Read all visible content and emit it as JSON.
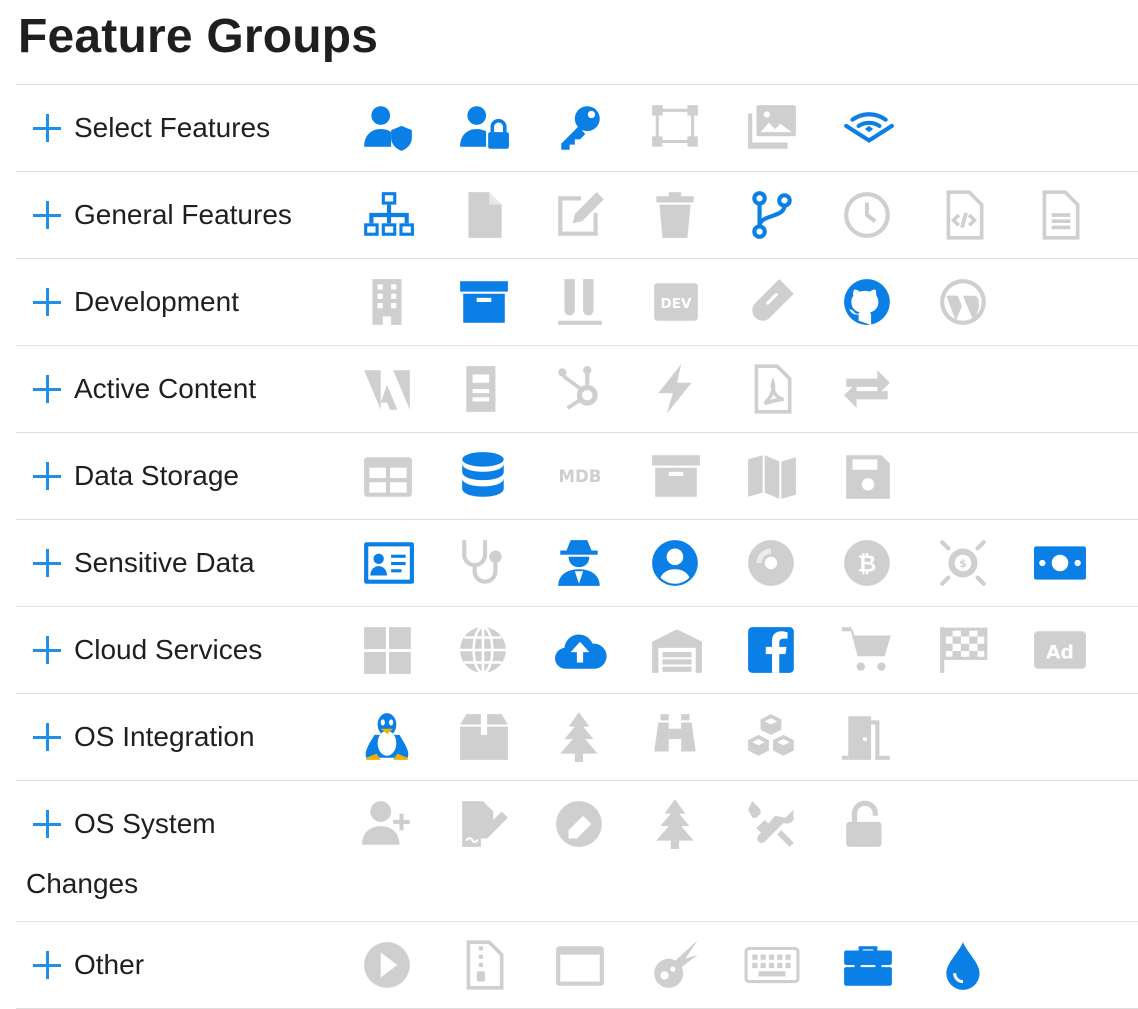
{
  "page": {
    "title": "Feature Groups"
  },
  "colors": {
    "active": "#0a7fe6",
    "inactive": "#cfcfcf",
    "toggle": "#1f8fe8"
  },
  "groups": [
    {
      "label": "Select Features",
      "icons": [
        {
          "name": "user-shield-icon",
          "active": true
        },
        {
          "name": "user-lock-icon",
          "active": true
        },
        {
          "name": "key-icon",
          "active": true
        },
        {
          "name": "vector-square-icon",
          "active": false
        },
        {
          "name": "images-icon",
          "active": false
        },
        {
          "name": "layer-signal-icon",
          "active": true
        }
      ]
    },
    {
      "label": "General Features",
      "icons": [
        {
          "name": "network-icon",
          "active": true
        },
        {
          "name": "file-icon",
          "active": false
        },
        {
          "name": "edit-icon",
          "active": false
        },
        {
          "name": "trash-icon",
          "active": false
        },
        {
          "name": "code-branch-icon",
          "active": true
        },
        {
          "name": "clock-icon",
          "active": false
        },
        {
          "name": "file-code-icon",
          "active": false
        },
        {
          "name": "file-text-icon",
          "active": false
        }
      ]
    },
    {
      "label": "Development",
      "icons": [
        {
          "name": "building-icon",
          "active": false
        },
        {
          "name": "archive-box-icon",
          "active": true
        },
        {
          "name": "vials-icon",
          "active": false
        },
        {
          "name": "dev-badge-icon",
          "active": false
        },
        {
          "name": "test-tube-icon",
          "active": false
        },
        {
          "name": "github-icon",
          "active": true
        },
        {
          "name": "wordpress-icon",
          "active": false
        }
      ]
    },
    {
      "label": "Active Content",
      "icons": [
        {
          "name": "adobe-icon",
          "active": false
        },
        {
          "name": "document-icon",
          "active": false
        },
        {
          "name": "hubspot-icon",
          "active": false
        },
        {
          "name": "bolt-icon",
          "active": false
        },
        {
          "name": "file-pdf-icon",
          "active": false
        },
        {
          "name": "exchange-icon",
          "active": false
        }
      ]
    },
    {
      "label": "Data Storage",
      "icons": [
        {
          "name": "table-icon",
          "active": false
        },
        {
          "name": "database-icon",
          "active": true
        },
        {
          "name": "mdb-icon",
          "active": false
        },
        {
          "name": "archive-icon",
          "active": false
        },
        {
          "name": "map-icon",
          "active": false
        },
        {
          "name": "save-icon",
          "active": false
        }
      ]
    },
    {
      "label": "Sensitive Data",
      "icons": [
        {
          "name": "id-card-icon",
          "active": true
        },
        {
          "name": "stethoscope-icon",
          "active": false
        },
        {
          "name": "user-secret-icon",
          "active": true
        },
        {
          "name": "user-circle-icon",
          "active": true
        },
        {
          "name": "compact-disc-icon",
          "active": false
        },
        {
          "name": "bitcoin-icon",
          "active": false
        },
        {
          "name": "crypto-icon",
          "active": false
        },
        {
          "name": "money-bill-icon",
          "active": true
        }
      ]
    },
    {
      "label": "Cloud Services",
      "icons": [
        {
          "name": "windows-icon",
          "active": false
        },
        {
          "name": "globe-icon",
          "active": false
        },
        {
          "name": "cloud-upload-icon",
          "active": true
        },
        {
          "name": "warehouse-icon",
          "active": false
        },
        {
          "name": "facebook-icon",
          "active": true
        },
        {
          "name": "cart-icon",
          "active": false
        },
        {
          "name": "flag-checkered-icon",
          "active": false
        },
        {
          "name": "ad-icon",
          "active": false
        }
      ]
    },
    {
      "label": "OS Integration",
      "icons": [
        {
          "name": "linux-icon",
          "active": true
        },
        {
          "name": "box-icon",
          "active": false
        },
        {
          "name": "tree-icon",
          "active": false
        },
        {
          "name": "binoculars-icon",
          "active": false
        },
        {
          "name": "cubes-icon",
          "active": false
        },
        {
          "name": "door-open-icon",
          "active": false
        }
      ]
    },
    {
      "label": "OS System",
      "label2": "Changes",
      "icons": [
        {
          "name": "user-plus-icon",
          "active": false
        },
        {
          "name": "file-signature-icon",
          "active": false
        },
        {
          "name": "eraser-icon",
          "active": false
        },
        {
          "name": "tree-icon",
          "active": false
        },
        {
          "name": "tools-icon",
          "active": false
        },
        {
          "name": "unlock-icon",
          "active": false
        }
      ]
    },
    {
      "label": "Other",
      "icons": [
        {
          "name": "play-circle-icon",
          "active": false
        },
        {
          "name": "file-archive-icon",
          "active": false
        },
        {
          "name": "window-icon",
          "active": false
        },
        {
          "name": "meteor-icon",
          "active": false
        },
        {
          "name": "keyboard-icon",
          "active": false
        },
        {
          "name": "toolbox-icon",
          "active": true
        },
        {
          "name": "tint-icon",
          "active": true
        }
      ]
    }
  ]
}
